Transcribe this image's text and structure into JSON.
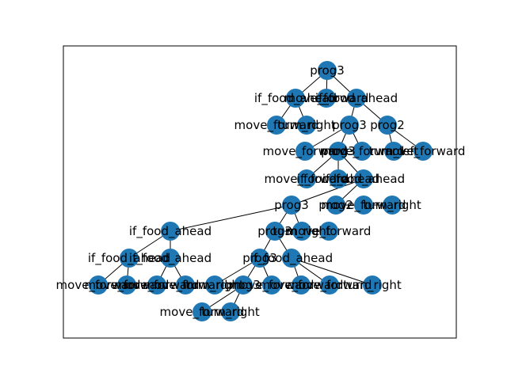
{
  "diagram": {
    "type": "tree",
    "node_color": "#1f77b4",
    "edge_color": "#000000",
    "nodes": [
      {
        "id": "n1",
        "label": "prog3"
      },
      {
        "id": "n2",
        "label": "if_food_ahead"
      },
      {
        "id": "n3",
        "label": "move_forward"
      },
      {
        "id": "n4",
        "label": "if_food_ahead"
      },
      {
        "id": "n5",
        "label": "move_forward"
      },
      {
        "id": "n6",
        "label": "turn_right"
      },
      {
        "id": "n7",
        "label": "prog3"
      },
      {
        "id": "n8",
        "label": "prog2"
      },
      {
        "id": "n9",
        "label": "move_forward"
      },
      {
        "id": "n10",
        "label": "prog3"
      },
      {
        "id": "n11",
        "label": "move_forward"
      },
      {
        "id": "n12",
        "label": "turn_left"
      },
      {
        "id": "n13",
        "label": "move_forward"
      },
      {
        "id": "n14",
        "label": "move_forward"
      },
      {
        "id": "n15",
        "label": "if_food_ahead"
      },
      {
        "id": "n16",
        "label": "if_food_ahead"
      },
      {
        "id": "n17",
        "label": "prog3"
      },
      {
        "id": "n18",
        "label": "prog2"
      },
      {
        "id": "n19",
        "label": "move_forward"
      },
      {
        "id": "n20",
        "label": "turn_right"
      },
      {
        "id": "n21",
        "label": "if_food_ahead"
      },
      {
        "id": "n22",
        "label": "prog3"
      },
      {
        "id": "n23",
        "label": "turn_right"
      },
      {
        "id": "n24",
        "label": "move_forward"
      },
      {
        "id": "n25",
        "label": "if_food_ahead"
      },
      {
        "id": "n26",
        "label": "if_food_ahead"
      },
      {
        "id": "n27",
        "label": "prog3"
      },
      {
        "id": "n28",
        "label": "if_food_ahead"
      },
      {
        "id": "n29",
        "label": "move_forward"
      },
      {
        "id": "n30",
        "label": "move_forward"
      },
      {
        "id": "n31",
        "label": "move_forward"
      },
      {
        "id": "n32",
        "label": "move_forward"
      },
      {
        "id": "n33",
        "label": "turn_right"
      },
      {
        "id": "n34",
        "label": "prog3"
      },
      {
        "id": "n35",
        "label": "move_forward"
      },
      {
        "id": "n36",
        "label": "move_forward"
      },
      {
        "id": "n37",
        "label": "move_forward"
      },
      {
        "id": "n38",
        "label": "turn_right"
      },
      {
        "id": "n39",
        "label": "move_forward"
      },
      {
        "id": "n40",
        "label": "turn_right"
      }
    ],
    "edges": [
      [
        "n1",
        "n2"
      ],
      [
        "n1",
        "n3"
      ],
      [
        "n1",
        "n4"
      ],
      [
        "n2",
        "n5"
      ],
      [
        "n2",
        "n6"
      ],
      [
        "n4",
        "n7"
      ],
      [
        "n4",
        "n8"
      ],
      [
        "n8",
        "n12"
      ],
      [
        "n8",
        "n13"
      ],
      [
        "n7",
        "n9"
      ],
      [
        "n7",
        "n10"
      ],
      [
        "n7",
        "n11"
      ],
      [
        "n10",
        "n14"
      ],
      [
        "n10",
        "n15"
      ],
      [
        "n10",
        "n16"
      ],
      [
        "n16",
        "n18"
      ],
      [
        "n16",
        "n17"
      ],
      [
        "n18",
        "n19"
      ],
      [
        "n18",
        "n20"
      ],
      [
        "n17",
        "n21"
      ],
      [
        "n17",
        "n22"
      ],
      [
        "n17",
        "n23"
      ],
      [
        "n21",
        "n25"
      ],
      [
        "n21",
        "n26"
      ],
      [
        "n25",
        "n29"
      ],
      [
        "n25",
        "n30"
      ],
      [
        "n26",
        "n31"
      ],
      [
        "n26",
        "n32"
      ],
      [
        "n22",
        "n27"
      ],
      [
        "n22",
        "n28"
      ],
      [
        "n22",
        "n24"
      ],
      [
        "n27",
        "n33"
      ],
      [
        "n27",
        "n34"
      ],
      [
        "n27",
        "n35"
      ],
      [
        "n34",
        "n39"
      ],
      [
        "n34",
        "n40"
      ],
      [
        "n28",
        "n36"
      ],
      [
        "n28",
        "n37"
      ],
      [
        "n28",
        "n38"
      ]
    ]
  }
}
